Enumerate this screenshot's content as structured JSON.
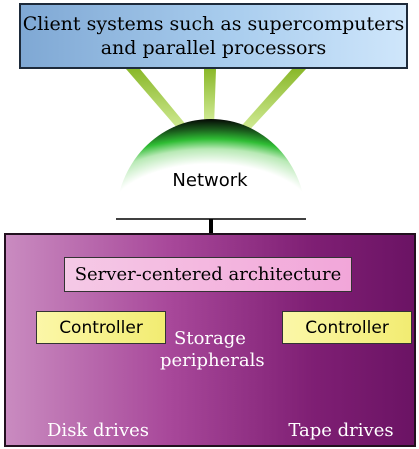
{
  "clients": {
    "line1": "Client systems such as supercomputers",
    "line2": "and parallel processors"
  },
  "network": {
    "label": "Network"
  },
  "storage": {
    "server_label": "Server-centered architecture",
    "controller_left": "Controller",
    "controller_right": "Controller",
    "peripherals_line1": "Storage",
    "peripherals_line2": "peripherals",
    "disk_label": "Disk drives",
    "tape_label": "Tape drives"
  },
  "colors": {
    "client_box": "#a9cdee",
    "network_glow": "#34c03a",
    "storage_bg": "#8a2a80",
    "server_box": "#f4b8e0",
    "controller": "#f7f290",
    "disk": "#f2c640",
    "tape": "#9ed433"
  }
}
